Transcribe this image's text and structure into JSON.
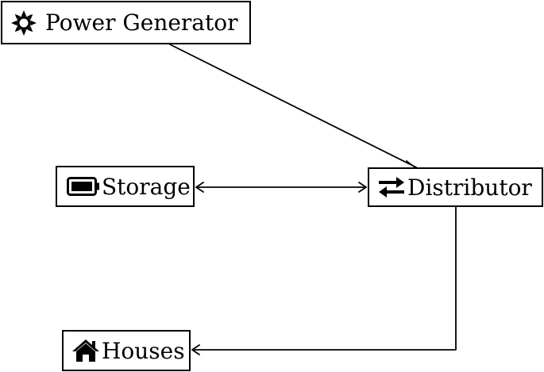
{
  "nodes": {
    "power_generator": {
      "label": "Power Generator",
      "icon": "sun-icon"
    },
    "storage": {
      "label": "Storage",
      "icon": "battery-icon"
    },
    "distributor": {
      "label": "Distributor",
      "icon": "exchange-arrows-icon"
    },
    "houses": {
      "label": "Houses",
      "icon": "house-icon"
    }
  },
  "edges": [
    {
      "from": "Power Generator",
      "to": "Distributor",
      "direction": "forward"
    },
    {
      "from": "Storage",
      "to": "Distributor",
      "direction": "both"
    },
    {
      "from": "Distributor",
      "to": "Houses",
      "direction": "forward"
    }
  ],
  "colors": {
    "stroke": "#000000",
    "background": "#ffffff"
  }
}
